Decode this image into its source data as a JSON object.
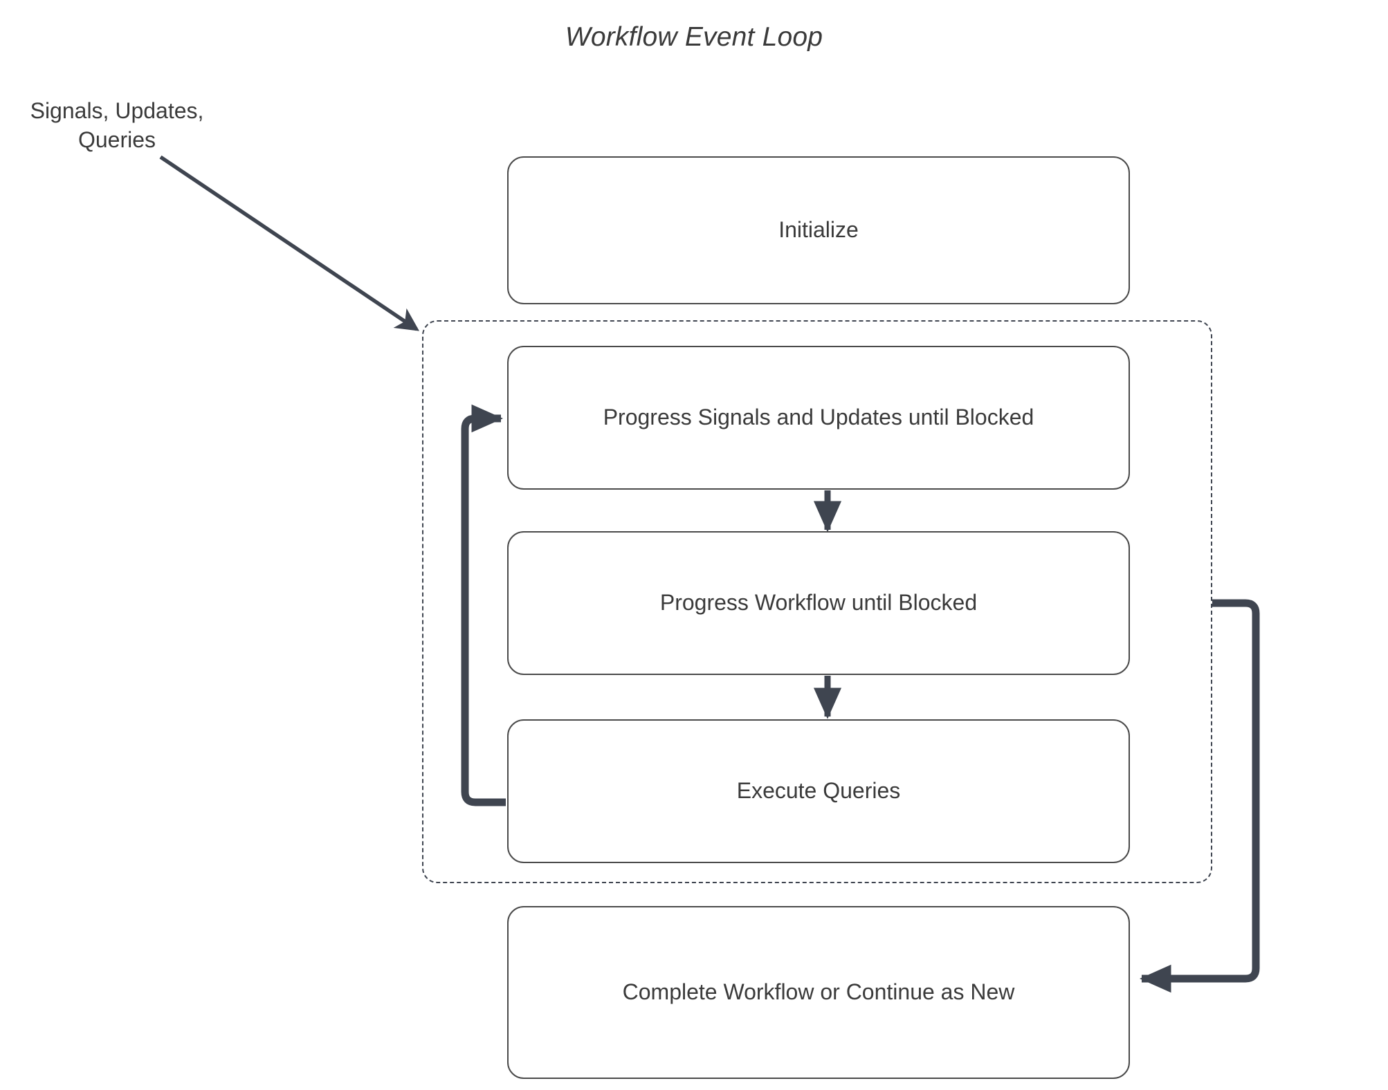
{
  "diagram": {
    "title": "Workflow Event Loop",
    "type": "flowchart",
    "background_color": "#ffffff",
    "node_border_color": "#4a4a4a",
    "node_fill_color": "#ffffff",
    "edge_color": "#3f4550",
    "text_color": "#3a3a3a",
    "loop_container_style": "dashed"
  },
  "external_input": {
    "label": "Signals, Updates,\nQueries"
  },
  "nodes": {
    "initialize": {
      "label": "Initialize"
    },
    "progress_signals": {
      "label": "Progress Signals and Updates until Blocked"
    },
    "progress_workflow": {
      "label": "Progress Workflow until Blocked"
    },
    "execute_queries": {
      "label": "Execute Queries"
    },
    "complete": {
      "label": "Complete Workflow or Continue as New"
    }
  },
  "edges": [
    {
      "from": "external_input",
      "to": "loop_container",
      "style": "solid-arrow-diagonal"
    },
    {
      "from": "progress_signals",
      "to": "progress_workflow",
      "style": "solid-arrow-down"
    },
    {
      "from": "progress_workflow",
      "to": "execute_queries",
      "style": "solid-arrow-down"
    },
    {
      "from": "execute_queries",
      "to": "progress_signals",
      "style": "loop-back-left"
    },
    {
      "from": "loop_container",
      "to": "complete",
      "style": "loop-exit-right"
    }
  ]
}
